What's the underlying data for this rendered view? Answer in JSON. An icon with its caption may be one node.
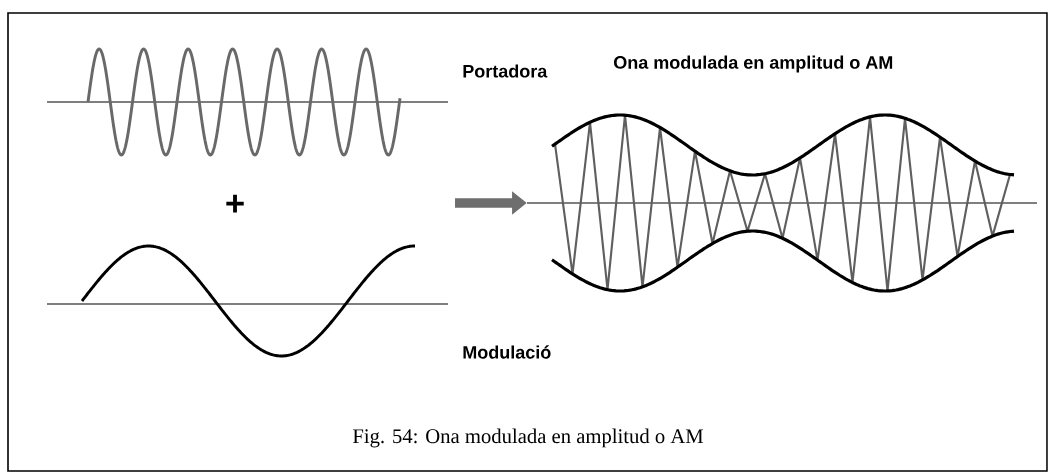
{
  "diagram": {
    "caption": "Fig. 54: Ona modulada en amplitud o AM",
    "nodes": [
      {
        "text": [],
        "shape": "picture",
        "beside": [
          "Portadora"
        ]
      },
      {
        "text": [],
        "shape": "picture",
        "beside": [
          "Modulació"
        ]
      },
      {
        "text": [],
        "shape": "picture",
        "beside": [
          "Ona modulada en amplitud o AM"
        ]
      }
    ],
    "edges": [
      {
        "from": null,
        "to": 2,
        "arrow": "to"
      }
    ],
    "labels": [
      "+"
    ]
  }
}
